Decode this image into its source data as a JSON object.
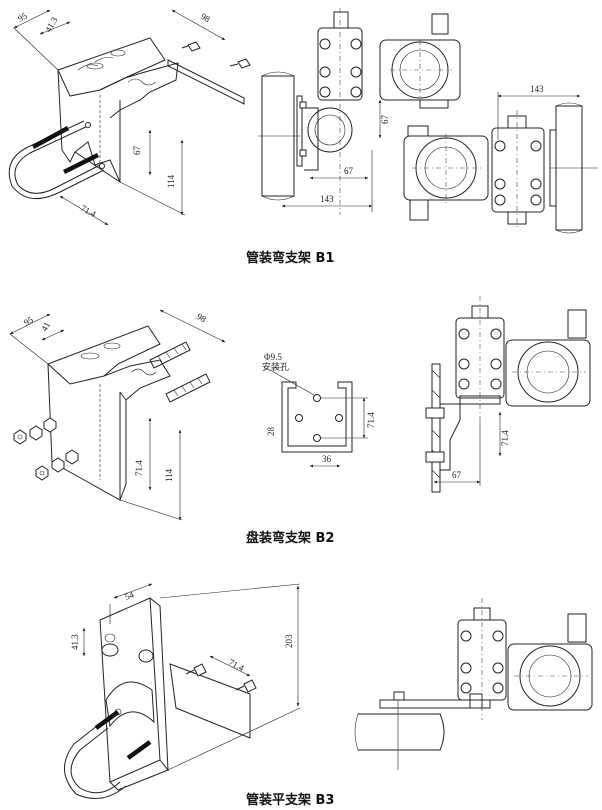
{
  "b1": {
    "caption": "管装弯支架 B1",
    "dims": {
      "top_width": "95",
      "slot": "41.3",
      "depth": "98",
      "plate_h": "67",
      "height": "114",
      "bottom": "71.4",
      "asm_v67": "67",
      "asm_h67": "67",
      "asm_143a": "143",
      "asm_143b": "143"
    }
  },
  "b2": {
    "caption": "盘装弯支架 B2",
    "dims": {
      "top_width": "95",
      "slot": "41",
      "depth": "98",
      "plate_h": "71.4",
      "height": "114",
      "hole_dia": "Φ9.5",
      "hole_note": "安装孔",
      "hole_v": "71.4",
      "hole_h": "36",
      "hole_left": "28",
      "asm_v": "71.4",
      "asm_h": "67"
    }
  },
  "b3": {
    "caption": "管装平支架 B3",
    "dims": {
      "left_v": "41.3",
      "top_w": "54",
      "height": "203",
      "bolt": "71.4"
    }
  }
}
